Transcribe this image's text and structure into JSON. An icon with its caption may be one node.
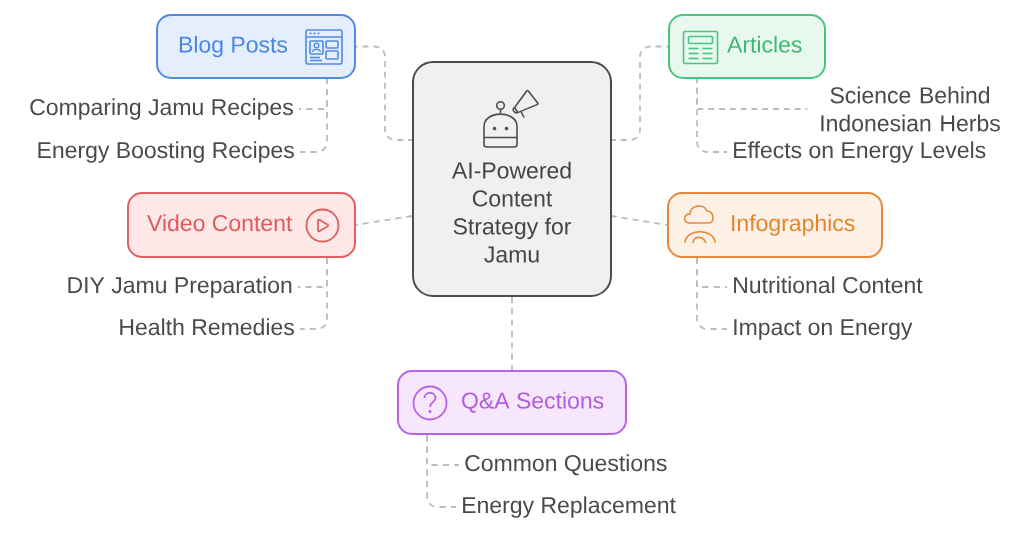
{
  "diagram": {
    "nodes": [
      {
        "text": [
          "AI-Powered Content Strategy for Jamu"
        ]
      },
      {
        "text": [
          "Blog Posts"
        ]
      },
      {
        "text": [
          "Comparing Jamu Recipes"
        ]
      },
      {
        "text": [
          "Energy Boosting Recipes"
        ]
      },
      {
        "text": [
          "Articles"
        ]
      },
      {
        "text": [
          "Science Behind Indonesian Herbs"
        ]
      },
      {
        "text": [
          "Effects on Energy Levels"
        ]
      },
      {
        "text": [
          "Video Content"
        ]
      },
      {
        "text": [
          "DIY Jamu Preparation"
        ]
      },
      {
        "text": [
          "Health Remedies"
        ]
      },
      {
        "text": [
          "Infographics"
        ]
      },
      {
        "text": [
          "Nutritional Content"
        ]
      },
      {
        "text": [
          "Impact on Energy"
        ]
      },
      {
        "text": [
          "Q&A Sections"
        ]
      },
      {
        "text": [
          "Common Questions"
        ]
      },
      {
        "text": [
          "Energy Replacement"
        ]
      }
    ],
    "edges": [
      {
        "from": 0,
        "to": 1,
        "arrow": "none",
        "style": "dashed"
      },
      {
        "from": 0,
        "to": 4,
        "arrow": "none",
        "style": "dashed"
      },
      {
        "from": 0,
        "to": 7,
        "arrow": "none",
        "style": "dashed"
      },
      {
        "from": 0,
        "to": 10,
        "arrow": "none",
        "style": "dashed"
      },
      {
        "from": 0,
        "to": 13,
        "arrow": "none",
        "style": "dashed"
      },
      {
        "from": 1,
        "to": 2,
        "arrow": "none",
        "style": "dashed"
      },
      {
        "from": 1,
        "to": 3,
        "arrow": "none",
        "style": "dashed"
      },
      {
        "from": 4,
        "to": 5,
        "arrow": "none",
        "style": "dashed"
      },
      {
        "from": 4,
        "to": 6,
        "arrow": "none",
        "style": "dashed"
      },
      {
        "from": 7,
        "to": 8,
        "arrow": "none",
        "style": "dashed"
      },
      {
        "from": 7,
        "to": 9,
        "arrow": "none",
        "style": "dashed"
      },
      {
        "from": 10,
        "to": 11,
        "arrow": "none",
        "style": "dashed"
      },
      {
        "from": 10,
        "to": 12,
        "arrow": "none",
        "style": "dashed"
      },
      {
        "from": 13,
        "to": 14,
        "arrow": "none",
        "style": "dashed"
      },
      {
        "from": 13,
        "to": 15,
        "arrow": "none",
        "style": "dashed"
      }
    ]
  }
}
